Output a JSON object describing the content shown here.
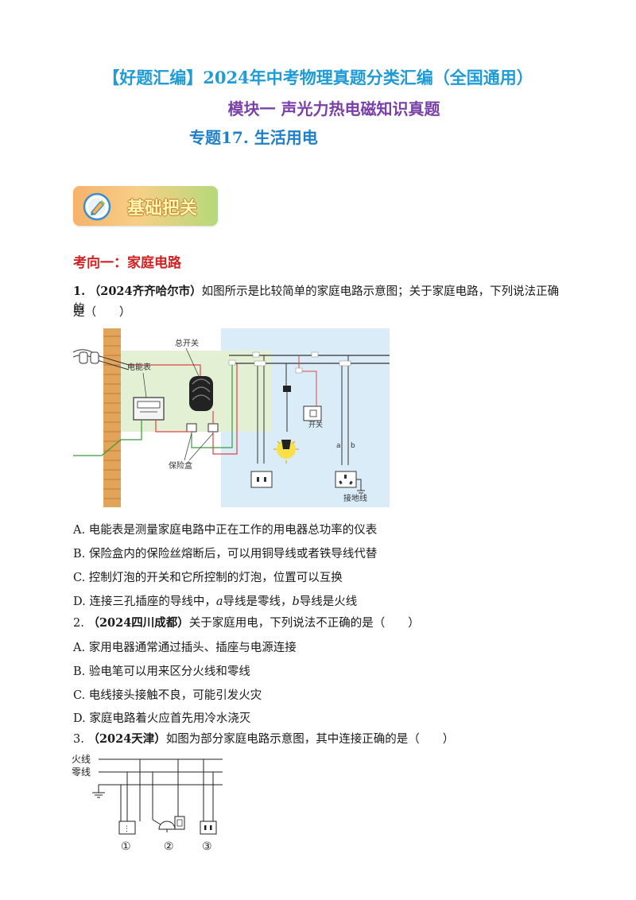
{
  "header": {
    "title_line1": "【好题汇编】2024年中考物理真题分类汇编（全国通用）",
    "title_line2": "模块一  声光力热电磁知识真题",
    "title_line3": "专题17.  生活用电"
  },
  "badge": {
    "label": "基础把关"
  },
  "section": {
    "title": "考向一：家庭电路"
  },
  "questions": [
    {
      "number": "1.",
      "source": "（2024齐齐哈尔市）",
      "stem_part1": "如图所示是比较简单的家庭电路示意图；关于家庭电路，下列说法正确的",
      "stem_part2": "是（　　）",
      "figure_labels": {
        "main_switch": "总开关",
        "meter": "电能表",
        "fuse_box": "保险盒",
        "switch": "开关",
        "ground": "接地线",
        "wire_a": "a",
        "wire_b": "b"
      },
      "options": [
        {
          "key": "A.",
          "text": "电能表是测量家庭电路中正在工作的用电器总功率的仪表"
        },
        {
          "key": "B.",
          "text": "保险盒内的保险丝熔断后，可以用铜导线或者铁导线代替"
        },
        {
          "key": "C.",
          "text": "控制灯泡的开关和它所控制的灯泡，位置可以互换"
        },
        {
          "key": "D.",
          "text_pre": "连接三孔插座的导线中，",
          "a": "a",
          "mid": "导线是零线，",
          "b": "b",
          "post": "导线是火线"
        }
      ]
    },
    {
      "number": "2.",
      "source": "（2024四川成都）",
      "stem": "关于家庭用电，下列说法不正确的是（　　）",
      "options": [
        {
          "key": "A.",
          "text": "家用电器通常通过插头、插座与电源连接"
        },
        {
          "key": "B.",
          "text": "验电笔可以用来区分火线和零线"
        },
        {
          "key": "C.",
          "text": "电线接头接触不良，可能引发火灾"
        },
        {
          "key": "D.",
          "text": "家庭电路着火应首先用冷水浇灭"
        }
      ]
    },
    {
      "number": "3.",
      "source": "（2024天津）",
      "stem": "如图为部分家庭电路示意图，其中连接正确的是（　　）",
      "figure_labels": {
        "live": "火线",
        "neutral": "零线",
        "n1": "①",
        "n2": "②",
        "n3": "③"
      }
    }
  ]
}
